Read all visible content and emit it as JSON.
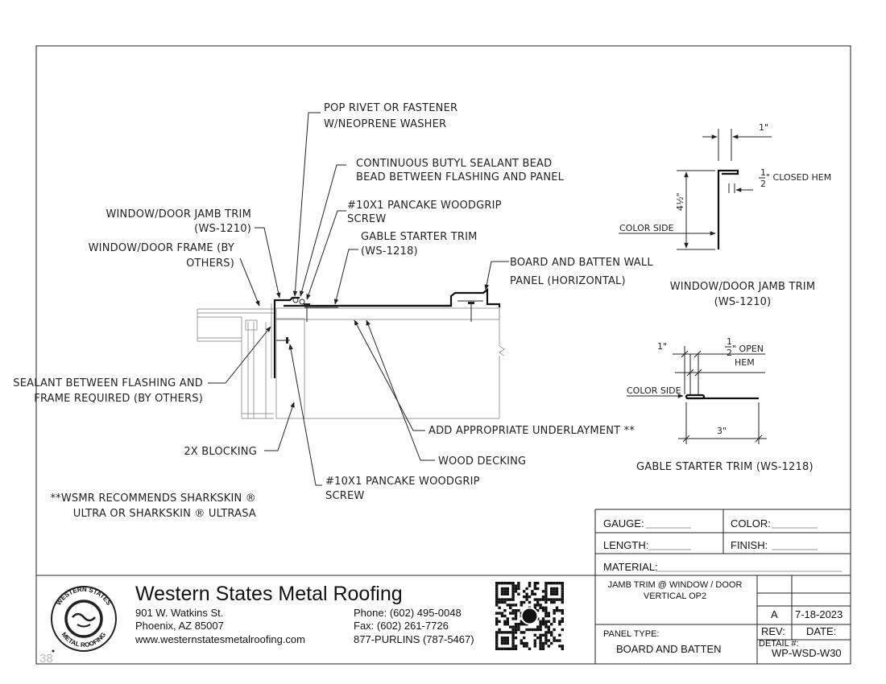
{
  "labels": {
    "pop_rivet": [
      "POP RIVET OR FASTENER",
      "W/NEOPRENE WASHER"
    ],
    "butyl": [
      "CONTINUOUS BUTYL SEALANT BEAD",
      "BEAD BETWEEN FLASHING AND PANEL"
    ],
    "screw_top": [
      "#10X1 PANCAKE WOODGRIP",
      "SCREW"
    ],
    "jamb_trim": [
      "WINDOW/DOOR JAMB TRIM",
      "(WS-1210)"
    ],
    "gable_trim": [
      "GABLE STARTER TRIM",
      "(WS-1218)"
    ],
    "frame": [
      "WINDOW/DOOR FRAME (BY",
      "OTHERS)"
    ],
    "board_batten": [
      "BOARD AND BATTEN WALL",
      "PANEL (HORIZONTAL)"
    ],
    "sealant": [
      "SEALANT BETWEEN FLASHING AND",
      "FRAME REQUIRED (BY OTHERS)"
    ],
    "underlayment": "ADD APPROPRIATE UNDERLAYMENT **",
    "blocking": "2X BLOCKING",
    "decking": "WOOD DECKING",
    "screw_bottom": [
      "#10X1 PANCAKE WOODGRIP",
      "SCREW"
    ],
    "note": [
      "**WSMR RECOMMENDS SHARKSKIN ®",
      "ULTRA OR SHARKSKIN ® ULTRASA"
    ]
  },
  "profiles": {
    "jamb": {
      "dim_top": "1\"",
      "dim_hem_num": "1",
      "dim_hem_den": "2",
      "hem_label": "\" CLOSED HEM",
      "dim_height": "4½\"",
      "color_side": "COLOR SIDE",
      "title": [
        "WINDOW/DOOR JAMB TRIM",
        "(WS-1210)"
      ]
    },
    "gable": {
      "dim_left": "1\"",
      "dim_hem_num": "1",
      "dim_hem_den": "2",
      "hem_label": [
        "\" OPEN",
        "HEM"
      ],
      "color_side": "COLOR SIDE",
      "dim_bottom": "3\"",
      "title": "GABLE STARTER TRIM (WS-1218)"
    }
  },
  "title_block": {
    "gauge_label": "GAUGE:",
    "color_label": "COLOR:",
    "length_label": "LENGTH:",
    "finish_label": "FINISH:",
    "material_label": "MATERIAL:",
    "company": "Western States Metal Roofing",
    "address": [
      "901 W. Watkins St.",
      "Phoenix, AZ 85007",
      "www.westernstatesmetalroofing.com"
    ],
    "contact": [
      "Phone: (602) 495-0048",
      "Fax: (602) 261-7726",
      "877-PURLINS (787-5467)"
    ],
    "description": [
      "JAMB TRIM @ WINDOW / DOOR",
      "VERTICAL OP2"
    ],
    "rev": "A",
    "date": "7-18-2023",
    "rev_label": "REV:",
    "date_label": "DATE:",
    "panel_type_label": "PANEL TYPE:",
    "panel_type": "BOARD AND BATTEN",
    "detail_label": "DETAIL #:",
    "detail": "WP-WSD-W30",
    "page_number": "38",
    "logo_text_top": "WESTERN STATES",
    "logo_text_bottom": "METAL ROOFING"
  }
}
